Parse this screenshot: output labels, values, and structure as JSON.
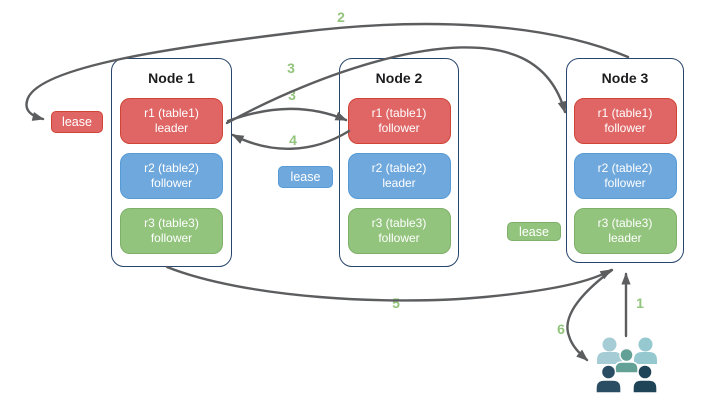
{
  "diagram": {
    "nodes": [
      {
        "title": "Node 1",
        "replicas": [
          {
            "name": "r1 (table1)",
            "role": "leader",
            "color": "#e06666"
          },
          {
            "name": "r2 (table2)",
            "role": "follower",
            "color": "#6fa8dc"
          },
          {
            "name": "r3 (table3)",
            "role": "follower",
            "color": "#93c47d"
          }
        ]
      },
      {
        "title": "Node 2",
        "replicas": [
          {
            "name": "r1 (table1)",
            "role": "follower",
            "color": "#e06666"
          },
          {
            "name": "r2 (table2)",
            "role": "leader",
            "color": "#6fa8dc"
          },
          {
            "name": "r3 (table3)",
            "role": "follower",
            "color": "#93c47d"
          }
        ]
      },
      {
        "title": "Node 3",
        "replicas": [
          {
            "name": "r1 (table1)",
            "role": "follower",
            "color": "#e06666"
          },
          {
            "name": "r2 (table2)",
            "role": "follower",
            "color": "#6fa8dc"
          },
          {
            "name": "r3 (table3)",
            "role": "leader",
            "color": "#93c47d"
          }
        ]
      }
    ],
    "leases": [
      {
        "label": "lease",
        "color": "#e06666"
      },
      {
        "label": "lease",
        "color": "#6fa8dc"
      },
      {
        "label": "lease",
        "color": "#93c47d"
      }
    ],
    "steps": [
      {
        "text": "2"
      },
      {
        "text": "3"
      },
      {
        "text": "3"
      },
      {
        "text": "4"
      },
      {
        "text": "5"
      },
      {
        "text": "1"
      },
      {
        "text": "6"
      }
    ],
    "icons": {
      "users": "users-group-icon"
    },
    "colors": {
      "arrow": "#5c5d5f",
      "step_label": "#93c47d",
      "node_border": "#28456c",
      "users_light_teal": "#a6cdd6",
      "users_mid_teal": "#63a096",
      "users_dark_navy": "#2a4d63"
    }
  }
}
